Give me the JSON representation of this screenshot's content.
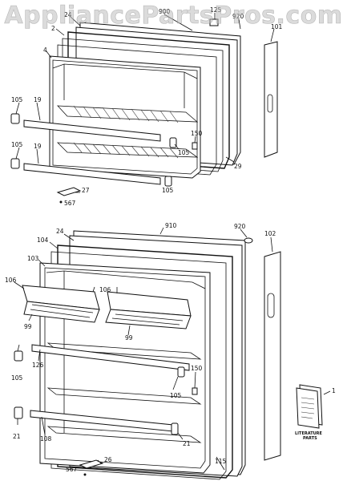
{
  "watermark": "AppliancePartsPros.com",
  "labels": {
    "l900": "900",
    "l125": "125",
    "l920a": "920",
    "l24a": "24",
    "l2": "2",
    "l4": "4",
    "l101": "101",
    "l105a": "105",
    "l19a": "19",
    "l105b": "105",
    "l19b": "19",
    "l150a": "150",
    "l105c": "105",
    "l29": "29",
    "l105d": "105",
    "l27": "27",
    "l567a": "567",
    "l910": "910",
    "l920b": "920",
    "l102": "102",
    "l24b": "24",
    "l104": "104",
    "l103": "103",
    "l106a": "106",
    "l106b": "106",
    "l99a": "99",
    "l99b": "99",
    "l105e": "105",
    "l126": "126",
    "l150b": "150",
    "l105f": "105",
    "l21a": "21",
    "l108": "108",
    "l21b": "21",
    "l115": "115",
    "l26": "26",
    "l567b": "567",
    "l1": "1"
  },
  "literature": {
    "line1": "LITERATURE",
    "line2": "PARTS"
  }
}
